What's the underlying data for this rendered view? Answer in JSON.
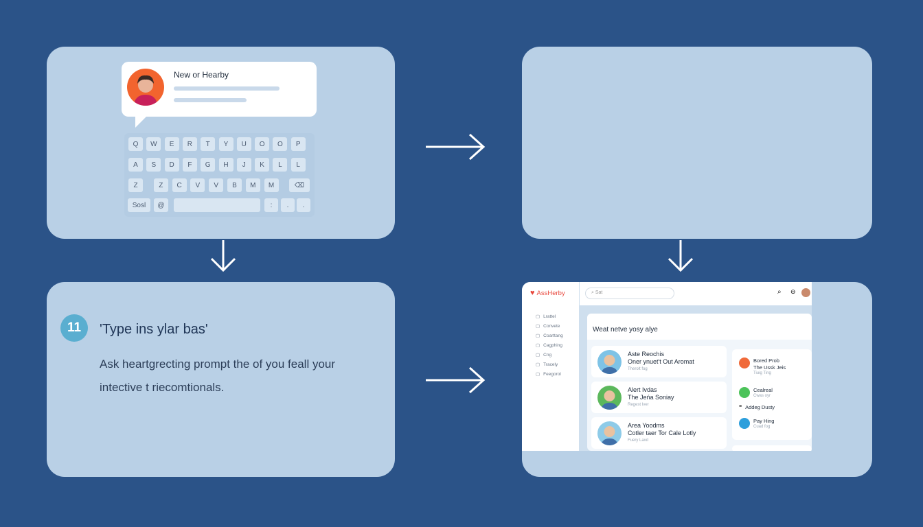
{
  "colors": {
    "background": "#2b5388",
    "panel": "#b9d0e6",
    "accent": "#e8473c",
    "step_badge": "#5aaed0"
  },
  "step1": {
    "message_title": "New or Hearby",
    "keyboard": {
      "rows": [
        [
          "Q",
          "W",
          "E",
          "R",
          "T",
          "Y",
          "U",
          "O",
          "O",
          "P"
        ],
        [
          "A",
          "S",
          "D",
          "F",
          "G",
          "H",
          "J",
          "K",
          "L",
          "L"
        ],
        [
          "Z",
          "Z",
          "C",
          "V",
          "V",
          "B",
          "M",
          "M",
          "⌫"
        ]
      ],
      "bottom": [
        "Sosl",
        "@",
        "",
        ":",
        ".",
        "."
      ]
    }
  },
  "step3": {
    "badge": "11",
    "title": "'Type ins ylar bas'",
    "body_line1": "Ask heartgrecting prompt the of you feall your",
    "body_line2": "intective t riecomtionals."
  },
  "app": {
    "brand": "AssHerby",
    "search_placeholder": "Sat",
    "sidebar": [
      "Lrattel",
      "Convete",
      "Coarttang",
      "Cagphing",
      "Cng",
      "Tracely",
      "Feegorol"
    ],
    "heading": "Weat netve yosy alye",
    "results": [
      {
        "name": "Aste Reochis",
        "subtitle": "Oner ynuet't Out Aromat",
        "meta": "Therolt fog",
        "avatar": "#7ec3e6"
      },
      {
        "name": "Alert Ivdas",
        "subtitle": "The Jeńa Soniay",
        "meta": "Regest Iver",
        "avatar": "#5cb85c"
      },
      {
        "name": "Area Yoodms",
        "subtitle": "Cotler taer Tor Cale Lotly",
        "meta": "Fuery Laxd",
        "avatar": "#8ecbe8"
      }
    ],
    "side_panel": [
      {
        "name": "Bored Prob",
        "subtitle": "The Ussk Jeis",
        "meta": "Tiuig Ting"
      },
      {
        "name": "Cealreal",
        "meta": "Cwas oyr"
      },
      {
        "name": "Addeg Dusty"
      },
      {
        "name": "Pay Hing",
        "meta": "Cuad fog"
      }
    ]
  }
}
